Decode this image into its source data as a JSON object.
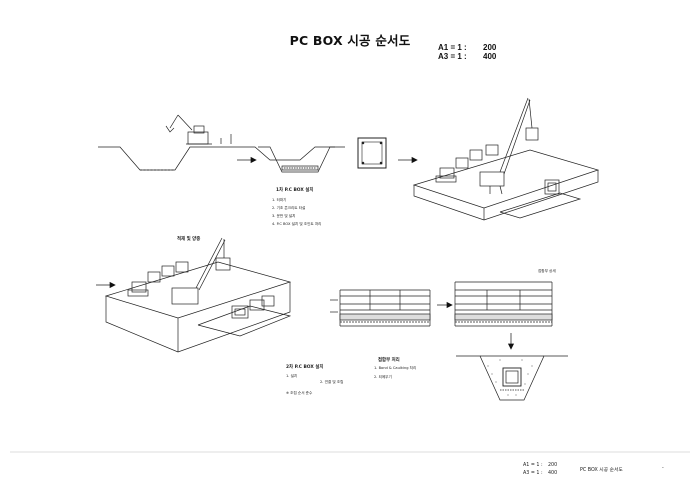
{
  "sheet": {
    "title": "PC BOX 시공 순서도",
    "scale_a1_label": "A1 = 1 :",
    "scale_a1_value": "200",
    "scale_a3_label": "A3 = 1 :",
    "scale_a3_value": "400"
  },
  "steps": {
    "step1_title": "1차 P.C BOX 설치",
    "step1_notes": [
      "1. 터파기",
      "2. 기초 콘크리트 타설",
      "3. 운반 및 설치",
      "4. P.C BOX 설치 및 조인트 처리"
    ],
    "stock_label": "적재 및 양중",
    "step2_title": "2차 P.C BOX 설치",
    "step2_notes": [
      "1. 설치",
      "2. 연결 및 조립"
    ],
    "step2_footnote": "※ 조립 순서 준수",
    "joint_title": "접합부 처리",
    "joint_notes": [
      "1. Bond & Caulking 처리",
      "2. 되메우기"
    ],
    "right_top_label": "접합부 상세"
  },
  "footer": {
    "scale_a1_label": "A1 = 1 :",
    "scale_a1_value": "200",
    "scale_a3_label": "A3 = 1 :",
    "scale_a3_value": "400",
    "drawing_title": "PC BOX 시공 순서도",
    "dash": "-"
  }
}
